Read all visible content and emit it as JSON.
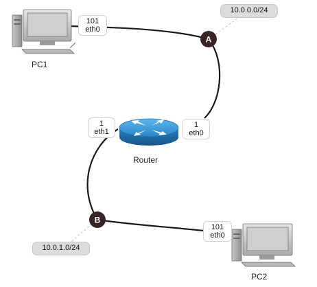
{
  "pc1": {
    "name": "PC1",
    "iface_num": "101",
    "iface": "eth0"
  },
  "pc2": {
    "name": "PC2",
    "iface_num": "101",
    "iface": "eth0"
  },
  "router": {
    "name": "Router",
    "eth0_num": "1",
    "eth0": "eth0",
    "eth1_num": "1",
    "eth1": "eth1"
  },
  "switch_a": {
    "label": "A",
    "network": "10.0.0.0/24"
  },
  "switch_b": {
    "label": "B",
    "network": "10.0.1.0/24"
  },
  "colors": {
    "link": "#1a1a1a",
    "switch_fill": "#3a2325",
    "router_body": "#2f8fd1",
    "network_badge": "#dcdcdc"
  },
  "icons": [
    "desktop-computer-icon",
    "router-icon",
    "hub-icon"
  ]
}
